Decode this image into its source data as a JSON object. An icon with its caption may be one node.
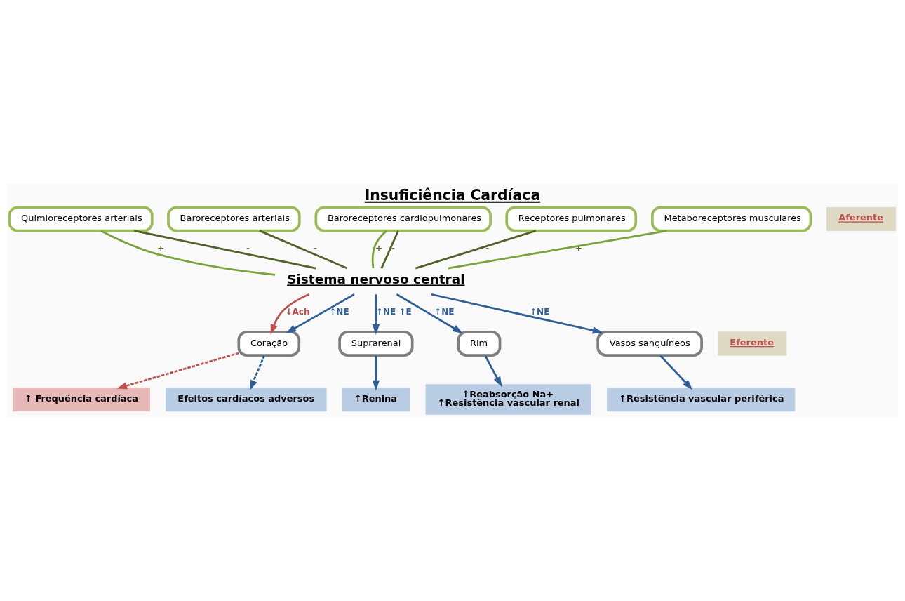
{
  "diagram": {
    "title": "Insuficiência Cardíaca",
    "nodes": [
      {
        "text": [
          "Quimioreceptores arteriais"
        ]
      },
      {
        "text": [
          "Baroreceptores arteriais"
        ]
      },
      {
        "text": [
          "Baroreceptores cardiopulmonares"
        ]
      },
      {
        "text": [
          "Receptores pulmonares"
        ]
      },
      {
        "text": [
          "Metaboreceptores musculares"
        ]
      },
      {
        "text": [
          "Sistema nervoso central"
        ]
      },
      {
        "text": [
          "Coração"
        ]
      },
      {
        "text": [
          "Suprarenal"
        ]
      },
      {
        "text": [
          "Rim"
        ]
      },
      {
        "text": [
          "Vasos sanguíneos"
        ]
      },
      {
        "text": [
          "↑ Frequência cardíaca"
        ]
      },
      {
        "text": [
          "Efeitos cardíacos adversos"
        ]
      },
      {
        "text": [
          "↑Renina"
        ]
      },
      {
        "text": [
          "↑Reabsorção Na+",
          "↑Resistência vascular renal"
        ]
      },
      {
        "text": [
          "↑Resistência vascular periférica"
        ]
      }
    ],
    "edges": [
      {
        "from": 0,
        "to": 5,
        "arrow": "none",
        "label": "+",
        "color": "#77a33a"
      },
      {
        "from": 0,
        "to": 5,
        "arrow": "none",
        "label": "-",
        "color": "#4f6228"
      },
      {
        "from": 1,
        "to": 5,
        "arrow": "none",
        "label": "-",
        "color": "#4f6228"
      },
      {
        "from": 2,
        "to": 5,
        "arrow": "none",
        "label": "+",
        "color": "#77a33a"
      },
      {
        "from": 2,
        "to": 5,
        "arrow": "none",
        "label": "-",
        "color": "#4f6228"
      },
      {
        "from": 3,
        "to": 5,
        "arrow": "none",
        "label": "-",
        "color": "#4f6228"
      },
      {
        "from": 4,
        "to": 5,
        "arrow": "none",
        "label": "+",
        "color": "#77a33a"
      },
      {
        "from": 5,
        "to": 6,
        "arrow": "to",
        "label": "↓Ach",
        "color": "#c0504d"
      },
      {
        "from": 5,
        "to": 6,
        "arrow": "to",
        "label": "↑NE"
      },
      {
        "from": 5,
        "to": 7,
        "arrow": "to",
        "label": "↑NE ↑E"
      },
      {
        "from": 5,
        "to": 8,
        "arrow": "to",
        "label": "↑NE"
      },
      {
        "from": 5,
        "to": 9,
        "arrow": "to",
        "label": "↑NE"
      },
      {
        "from": 6,
        "to": 10,
        "arrow": "to",
        "style": "dashed",
        "color": "#c0504d"
      },
      {
        "from": 6,
        "to": 11,
        "arrow": "to",
        "style": "dashed"
      },
      {
        "from": 7,
        "to": 12,
        "arrow": "to"
      },
      {
        "from": 8,
        "to": 13,
        "arrow": "to"
      },
      {
        "from": 9,
        "to": 14,
        "arrow": "to"
      }
    ],
    "labels": [
      "Aferente",
      "Eferente"
    ]
  }
}
